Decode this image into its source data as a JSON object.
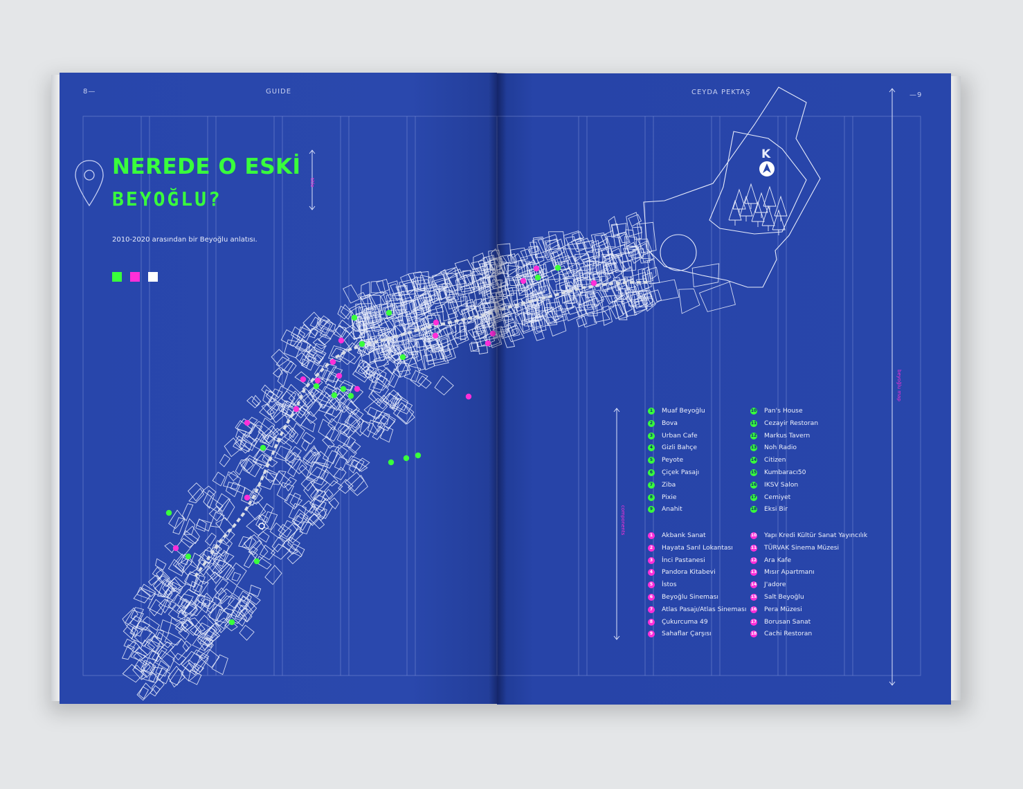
{
  "colors": {
    "page_blue": "#2846ab",
    "green": "#39ff3c",
    "magenta": "#ff2fd8",
    "white": "#ffffff",
    "line": "#dfe5fb"
  },
  "left_page": {
    "page_number": "8—",
    "running_head": "GUIDE",
    "title_line1": "NEREDE O ESKİ",
    "title_line2": "BEYOĞLU?",
    "side_label": "title",
    "subtitle": "2010-2020 arasından bir Beyoğlu anlatısı.",
    "swatches": [
      "#39ff3c",
      "#ff2fd8",
      "#ffffff"
    ],
    "icon": "location-pin-icon"
  },
  "right_page": {
    "author": "CEYDA PEKTAŞ",
    "page_number": "—9",
    "compass_letter": "K",
    "map_label": "beyoğlu map",
    "legend_label": "components",
    "green_list_col1": [
      {
        "n": "1",
        "name": "Muaf Beyoğlu"
      },
      {
        "n": "2",
        "name": "Bova"
      },
      {
        "n": "3",
        "name": "Urban Cafe"
      },
      {
        "n": "4",
        "name": "Gizli Bahçe"
      },
      {
        "n": "5",
        "name": "Peyote"
      },
      {
        "n": "6",
        "name": "Çiçek Pasajı"
      },
      {
        "n": "7",
        "name": "Ziba"
      },
      {
        "n": "8",
        "name": "Pixie"
      },
      {
        "n": "9",
        "name": "Anahit"
      }
    ],
    "green_list_col2": [
      {
        "n": "10",
        "name": "Pan's House"
      },
      {
        "n": "11",
        "name": "Cezayir Restoran"
      },
      {
        "n": "12",
        "name": "Markus Tavern"
      },
      {
        "n": "13",
        "name": "Noh Radio"
      },
      {
        "n": "14",
        "name": "Citizen"
      },
      {
        "n": "15",
        "name": "Kumbaracı50"
      },
      {
        "n": "16",
        "name": "IKSV Salon"
      },
      {
        "n": "17",
        "name": "Cemiyet"
      },
      {
        "n": "18",
        "name": "Eksi Bir"
      }
    ],
    "pink_list_col1": [
      {
        "n": "1",
        "name": "Akbank Sanat"
      },
      {
        "n": "2",
        "name": "Hayata Sarıl Lokantası"
      },
      {
        "n": "3",
        "name": "İnci Pastanesi"
      },
      {
        "n": "4",
        "name": "Pandora Kitabevi"
      },
      {
        "n": "5",
        "name": "İstos"
      },
      {
        "n": "6",
        "name": "Beyoğlu Sineması"
      },
      {
        "n": "7",
        "name": "Atlas Pasajı/Atlas Sineması"
      },
      {
        "n": "8",
        "name": "Çukurcuma 49"
      },
      {
        "n": "9",
        "name": "Sahaflar Çarşısı"
      }
    ],
    "pink_list_col2": [
      {
        "n": "10",
        "name": "Yapı Kredi Kültür Sanat Yayıncılık"
      },
      {
        "n": "11",
        "name": "TÜRVAK Sinema Müzesi"
      },
      {
        "n": "12",
        "name": "Ara Kafe"
      },
      {
        "n": "13",
        "name": "Mısır Apartmanı"
      },
      {
        "n": "14",
        "name": "J'adore"
      },
      {
        "n": "15",
        "name": "Salt Beyoğlu"
      },
      {
        "n": "16",
        "name": "Pera Müzesi"
      },
      {
        "n": "17",
        "name": "Borusan Sanat"
      },
      {
        "n": "18",
        "name": "Cachi Restoran"
      }
    ]
  }
}
